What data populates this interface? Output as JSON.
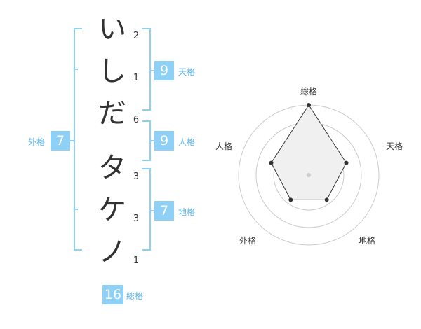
{
  "name_chars": [
    {
      "char": "い",
      "strokes": "2"
    },
    {
      "char": "し",
      "strokes": "1"
    },
    {
      "char": "だ",
      "strokes": "6"
    },
    {
      "char": "タ",
      "strokes": "3"
    },
    {
      "char": "ケ",
      "strokes": "3"
    },
    {
      "char": "ノ",
      "strokes": "1"
    }
  ],
  "fortune": {
    "tenkaku": {
      "label": "天格",
      "value": "9"
    },
    "jinkaku": {
      "label": "人格",
      "value": "9"
    },
    "chikaku": {
      "label": "地格",
      "value": "7"
    },
    "gaikaku": {
      "label": "外格",
      "value": "7"
    },
    "soukaku": {
      "label": "総格",
      "value": "16"
    }
  },
  "chart_data": {
    "type": "radar",
    "axes": [
      "総格",
      "天格",
      "地格",
      "外格",
      "人格"
    ],
    "values": [
      16,
      9,
      7,
      7,
      9
    ],
    "max": 16,
    "rings": 4,
    "fill_color": "#f0f0f0",
    "line_color": "#333333",
    "grid_color": "#cccccc"
  }
}
